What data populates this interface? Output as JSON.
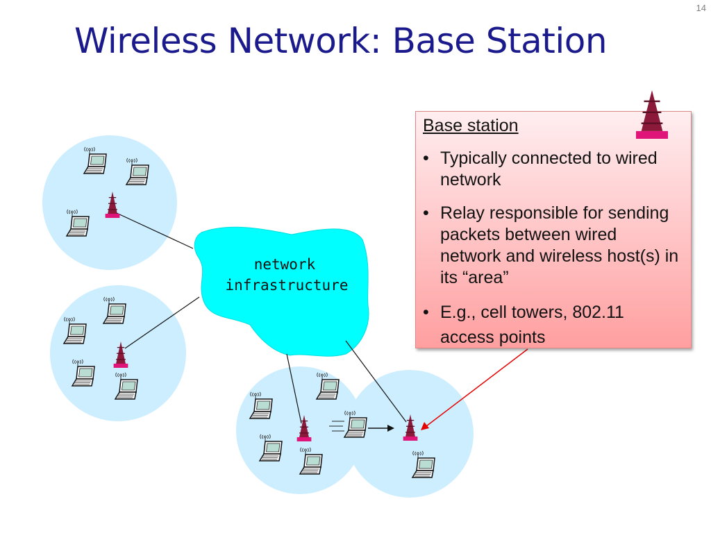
{
  "slide": {
    "number": "14",
    "title": "Wireless Network: Base Station"
  },
  "diagram": {
    "cloud_label_line1": "network",
    "cloud_label_line2": "infrastructure",
    "colors": {
      "coverage_area": "#cceeff",
      "cloud": "#00ffff",
      "tower": "#8b1a3a",
      "tower_base": "#e0157a",
      "arrow": "#e60000"
    }
  },
  "callout": {
    "heading": "Base station",
    "bullets": [
      "Typically connected to wired network",
      "Relay responsible for sending packets between wired network and wireless host(s) in its “area”",
      "E.g., cell towers, 802.11 access points"
    ]
  }
}
